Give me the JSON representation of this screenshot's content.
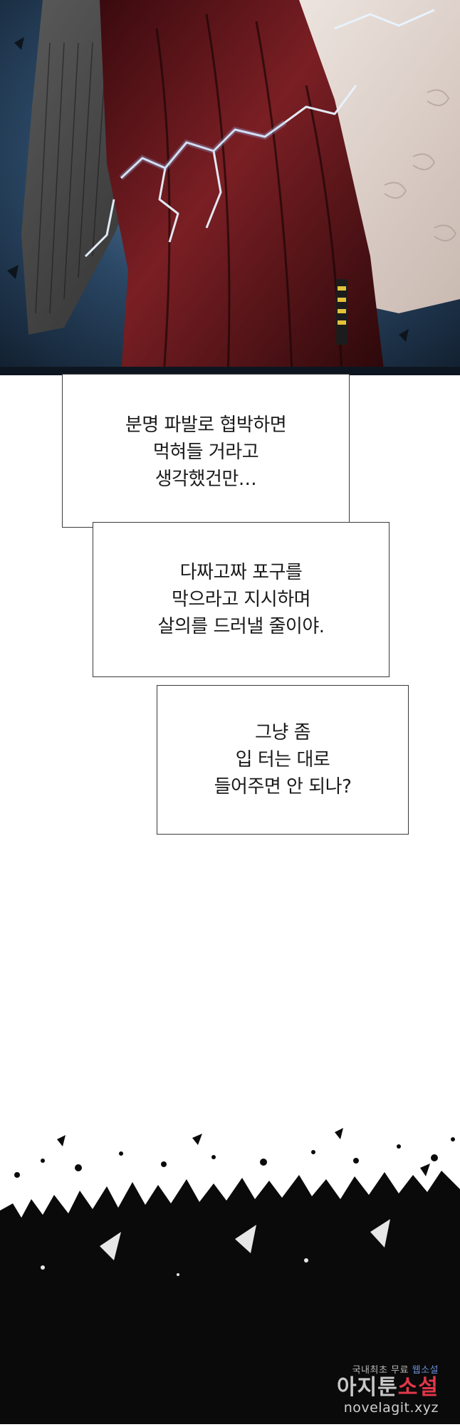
{
  "captions": [
    {
      "lines": [
        "분명 파발로 협박하면",
        "먹혀들 거라고",
        "생각했건만…"
      ]
    },
    {
      "lines": [
        "다짜고짜 포구를",
        "막으라고 지시하며",
        "살의를 드러낼 줄이야."
      ]
    },
    {
      "lines": [
        "그냥 좀",
        "입 터는 대로",
        "들어주면 안 되나?"
      ]
    }
  ],
  "watermark": {
    "top_line": "국내최초 무료",
    "top_accent": "웹소설",
    "brand_part1": "아지툰",
    "brand_part2": "소설",
    "url": "novelagit.xyz"
  },
  "colors": {
    "robe_red": "#6b1a1e",
    "robe_white": "#e8dcd6",
    "lightning": "#e9f4ff",
    "background_blue": "#1c3147",
    "ink": "#0a0a0a"
  }
}
